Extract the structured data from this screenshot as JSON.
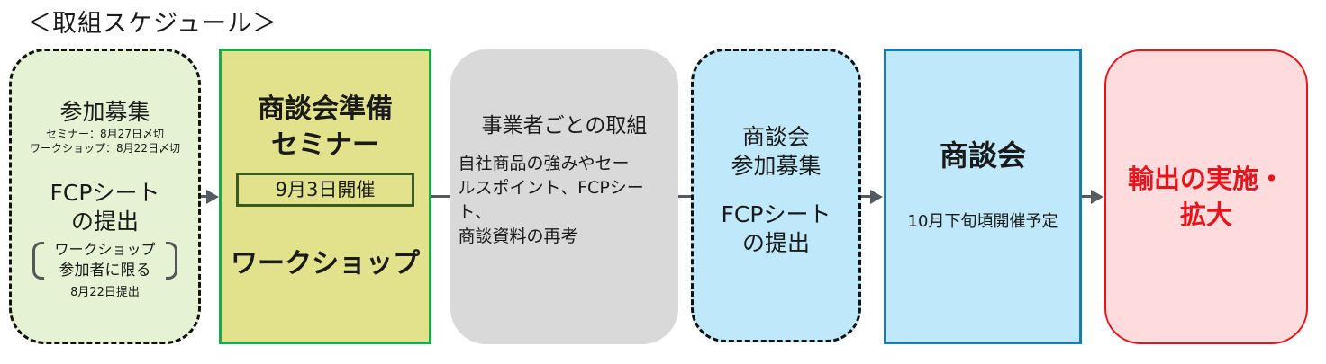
{
  "title": "＜取組スケジュール＞",
  "colors": {
    "step1_fill": "#e6f2d4",
    "step2_fill": "#e3e28c",
    "step2_border": "#1aaa4a",
    "step3_fill": "#d9d9d9",
    "step4_fill": "#bfe9fb",
    "step5_fill": "#bfe9fb",
    "step5_border": "#1a7ca8",
    "step6_fill": "#fedbdc",
    "step6_border": "#e8141c",
    "connector": "#555a60"
  },
  "steps": [
    {
      "heading": "参加募集",
      "deadlines": [
        "セミナー：8月27日〆切",
        "ワークショップ：8月22日〆切"
      ],
      "sub_heading_1": "FCPシート",
      "sub_heading_2": "の提出",
      "bracket_lines": [
        "ワークショップ",
        "参加者に限る"
      ],
      "note": "8月22日提出"
    },
    {
      "heading_1": "商談会準備",
      "heading_2": "セミナー",
      "date": "9月3日開催",
      "workshop": "ワークショップ"
    },
    {
      "heading": "事業者ごとの取組",
      "body_lines": [
        "自社商品の強みやセー",
        "ルスポイント、FCPシート、",
        "商談資料の再考"
      ]
    },
    {
      "heading_1": "商談会",
      "heading_2": "参加募集",
      "sub_1": "FCPシート",
      "sub_2": "の提出"
    },
    {
      "heading": "商談会",
      "note": "10月下旬頃開催予定"
    },
    {
      "heading_1": "輸出の実施・",
      "heading_2": "拡大"
    }
  ]
}
